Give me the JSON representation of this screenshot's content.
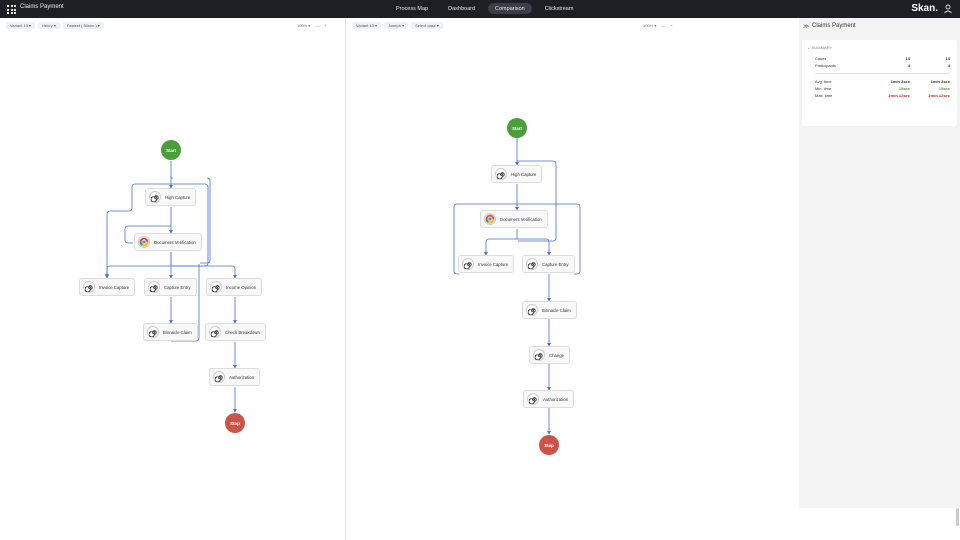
{
  "app": {
    "title": "Claims Payment",
    "brand": "Skan."
  },
  "nav": {
    "tabs": [
      "Process Map",
      "Dashboard",
      "Comparison",
      "Clickstream"
    ],
    "active": "Comparison"
  },
  "left": {
    "filters": [
      "Variant 13 ▾",
      "Henry ▾",
      "Fastest ( 50sec ) ▾"
    ],
    "zoom": {
      "level": "100% ▾",
      "minus": "—",
      "plus": "+"
    },
    "start": "Start",
    "stop": "Stop",
    "nodes": {
      "high_capture": "High Capture",
      "document_verification": "Document Verification",
      "invoice_capture": "Invoice Capture",
      "capture_entry": "Capture Entry",
      "income_opinion": "Income Opinion",
      "binnacle_claim": "Binnacle Claim",
      "check_breakdown": "Check Breakdown",
      "authorization": "Authorization"
    }
  },
  "right": {
    "filters": [
      "Variant 13 ▾",
      "Joseph ▾",
      "Select case ▾"
    ],
    "zoom": {
      "level": "100% ▾",
      "minus": "—",
      "plus": "+"
    },
    "start": "Start",
    "stop": "Stop",
    "nodes": {
      "high_capture": "High Capture",
      "document_verification": "Document Verification",
      "invoice_capture": "Invoice Capture",
      "capture_entry": "Capture Entry",
      "binnacle_claim": "Binnacle Claim",
      "change": "Change",
      "authorization": "Authorization"
    }
  },
  "sidebar": {
    "collapse": "≫",
    "title": "Claims Payment",
    "summary_label": "SUMMARY",
    "summary_toggle": "⌄",
    "rows": [
      {
        "key": "Cases",
        "a": "14",
        "b": "14"
      },
      {
        "key": "Participants",
        "a": "4",
        "b": "4"
      },
      {
        "key": "Avg. time",
        "a": "1min 3sec",
        "b": "1min 3sec"
      },
      {
        "key": "Min. time",
        "a": "15sec",
        "b": "15sec"
      },
      {
        "key": "Max. time",
        "a": "2min 12sec",
        "b": "2min 12sec"
      }
    ]
  },
  "colors": {
    "edge": "#4a6fd8",
    "start": "#4b9e39",
    "stop": "#cd5348",
    "good": "#3ea12f",
    "bad": "#b8281e"
  }
}
